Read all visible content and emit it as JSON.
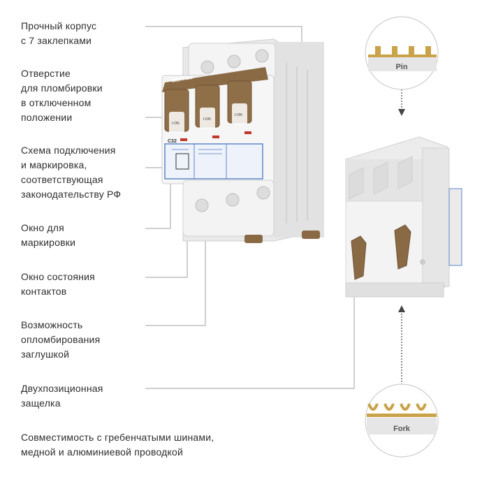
{
  "features": [
    {
      "id": "f1",
      "name": "feature-rivet-housing",
      "text": "Прочный корпус\nс 7 заклепками"
    },
    {
      "id": "f2",
      "name": "feature-sealing-hole",
      "text": "Отверстие\nдля пломбировки\nв отключенном\nположении"
    },
    {
      "id": "f3",
      "name": "feature-wiring-diagram",
      "text": "Схема подключения\nи маркировка,\nсоответствующая\nзаконодательству РФ"
    },
    {
      "id": "f4",
      "name": "feature-marking-window",
      "text": "Окно для\nмаркировки"
    },
    {
      "id": "f5",
      "name": "feature-contact-window",
      "text": "Окно состояния\nконтактов"
    },
    {
      "id": "f6",
      "name": "feature-plug-sealing",
      "text": "Возможность\nопломбирования\nзаглушкой"
    },
    {
      "id": "f7",
      "name": "feature-two-position-latch",
      "text": "Двухпозиционная\nзащелка"
    },
    {
      "id": "f8",
      "name": "feature-busbar-compat",
      "text": "Совместимость с гребенчатыми шинами,\nмедной и алюминиевой проводкой"
    }
  ],
  "badges": {
    "pin": "Pin",
    "fork": "Fork"
  },
  "device": {
    "brand": "WERKEL",
    "rating": "C32",
    "handle_label": "I-ON"
  },
  "colors": {
    "handle": "#8a6a45",
    "body": "#f3f3f3",
    "accent_blue": "#5f87c9",
    "brass": "#c9a24a",
    "lines": "#9a9a9a"
  }
}
